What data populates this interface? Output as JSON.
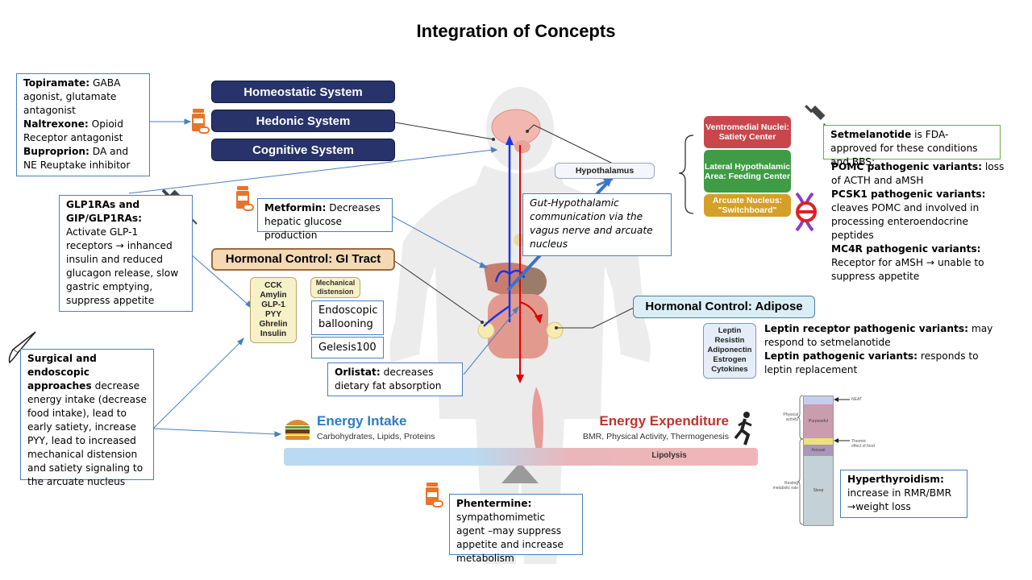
{
  "title": "Integration of Concepts",
  "systems": [
    {
      "label": "Homeostatic System"
    },
    {
      "label": "Hedonic System"
    },
    {
      "label": "Cognitive System"
    }
  ],
  "drugs_box_left": {
    "items": [
      {
        "name": "Topiramate:",
        "text": " GABA agonist, glutamate antagonist"
      },
      {
        "name": "Naltrexone:",
        "text": " Opioid Receptor antagonist"
      },
      {
        "name": "Buproprion:",
        "text": " DA and NE Reuptake inhibitor"
      }
    ]
  },
  "glp1_box": {
    "name": "GLP1RAs and GIP/GLP1RAs:",
    "text": "Activate GLP-1 receptors → inhanced insulin and reduced glucagon release, slow gastric emptying, suppress appetite"
  },
  "surgical_box": {
    "name": "Surgical and endoscopic approaches",
    "text": " decrease energy intake (decrease food intake), lead to early satiety, increase PYY, lead to increased mechanical distension and satiety signaling to the arcuate nucleus"
  },
  "metformin_box": {
    "name": "Metformin:",
    "text": " Decreases hepatic glucose production"
  },
  "gi_tract": {
    "label": "Hormonal Control: GI Tract",
    "hormones": [
      "CCK",
      "Amylin",
      "GLP-1",
      "PYY",
      "Ghrelin",
      "Insulin"
    ],
    "mechanical": "Mechanical distension",
    "endoscopic": "Endoscopic ballooning",
    "gelesis": "Gelesis100"
  },
  "orlistat_box": {
    "name": "Orlistat:",
    "text": " decreases dietary fat absorption"
  },
  "gut_hypo_box": {
    "text": "Gut-Hypothalamic communication via the vagus nerve and arcuate nucleus"
  },
  "hypothalamus": {
    "label": "Hypothalamus",
    "regions": [
      {
        "label": "Ventromedial Nuclei: Satiety Center",
        "color": "#c9474c"
      },
      {
        "label": "Lateral Hypothalamic Area: Feeding Center",
        "color": "#3f9c45"
      },
      {
        "label": "Arcuate Nucleus: \"Switchboard\"",
        "color": "#d4a028"
      }
    ]
  },
  "setmelanotide": {
    "name": "Setmelanotide",
    "text": " is FDA-approved for these conditions and BBS:"
  },
  "variants": [
    {
      "name": "POMC pathogenic variants:",
      "text": " loss of ACTH and aMSH"
    },
    {
      "name": "PCSK1 pathogenic variants:",
      "text": " cleaves POMC and involved in processing enteroendocrine peptides"
    },
    {
      "name": "MC4R pathogenic variants:",
      "text": " Receptor for aMSH → unable to suppress appetite"
    }
  ],
  "adipose": {
    "label": "Hormonal Control: Adipose",
    "hormones": [
      "Leptin",
      "Resistin",
      "Adiponectin",
      "Estrogen",
      "Cytokines"
    ],
    "notes": [
      {
        "name": "Leptin receptor pathogenic variants:",
        "text": " may respond to setmelanotide"
      },
      {
        "name": "Leptin pathogenic variants:",
        "text": " responds to leptin replacement"
      }
    ]
  },
  "energy": {
    "intake_title": "Energy Intake",
    "intake_sub": "Carbohydrates, Lipids, Proteins",
    "expenditure_title": "Energy Expenditure",
    "expenditure_sub": "BMR, Physical Activity, Thermogenesis",
    "bar_label": "Lipolysis",
    "colors": {
      "intake": "#2d7cc4",
      "expenditure": "#c0332e"
    }
  },
  "phentermine_box": {
    "name": "Phentermine:",
    "text": " sympathomimetic agent –may suppress appetite and increase metabolism"
  },
  "expenditure_chart": {
    "segments": [
      "NEAT",
      "Purposeful",
      "Thermic effect of food",
      "Arousal",
      "Sleep"
    ],
    "labels": {
      "physical_activity": "Physical activity",
      "resting": "Resting metabolic rate",
      "neat": "NEAT",
      "thermic": "Thermic effect of food"
    }
  },
  "hyperthyroidism_box": {
    "name": "Hyperthyroidism:",
    "text": "increase in RMR/BMR →weight loss"
  }
}
